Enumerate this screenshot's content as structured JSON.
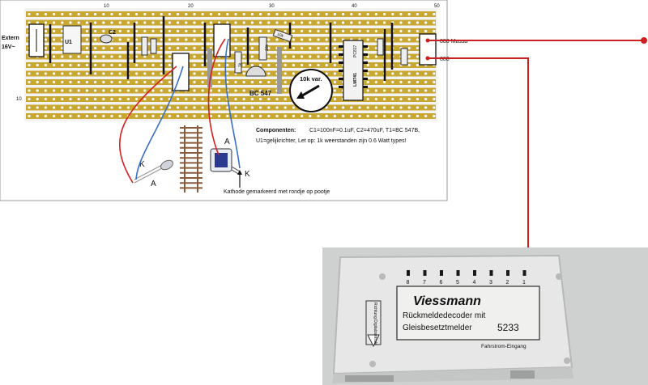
{
  "board": {
    "ruler_numbers": [
      "10",
      "20",
      "30",
      "40",
      "50"
    ],
    "row_number": "10",
    "power_label_line1": "Extern",
    "power_label_line2": "16V~",
    "u1_label": "U1",
    "c2_label": "C2",
    "transistor_label": "BC 547",
    "pot_label": "10k var.",
    "ic_label_top": "PC817",
    "ic_label_bottom": "LM741",
    "resistor_labels": [
      "1k",
      "10k",
      "10k",
      "2,2k",
      "1k"
    ],
    "output_mass_label": "888 Massa",
    "output_signal_label": "888",
    "components_title": "Componenten:",
    "components_line1": "C1=100nF=0.1uF, C2=470uF, T1=BC 547B,",
    "components_line2": "U1=gelijkrichter, Let op: 1k weerstanden zijn 0.6 Watt types!"
  },
  "led": {
    "k_label": "K",
    "a_label": "A"
  },
  "sensor": {
    "a_label": "A",
    "k_label": "K",
    "note": "Kathode gemarkeerd met rondje op pootje"
  },
  "decoder": {
    "brand": "Viessmann",
    "name_line1": "Rückmeldedecoder mit",
    "name_line2": "Gleisbesetztmelder",
    "model": "5233",
    "input_label": "Fahrstrom-Eingang",
    "side_label": "Richtung Digitalzentrale",
    "port_numbers": [
      "8",
      "7",
      "6",
      "5",
      "4",
      "3",
      "2",
      "1"
    ]
  },
  "colors": {
    "board_bg": "#f2f2f2",
    "strip": "#c8a832",
    "hole": "#ffffff",
    "wire_red": "#d42020",
    "wire_blue": "#3a6fc4",
    "box": "#e4e6e6"
  }
}
